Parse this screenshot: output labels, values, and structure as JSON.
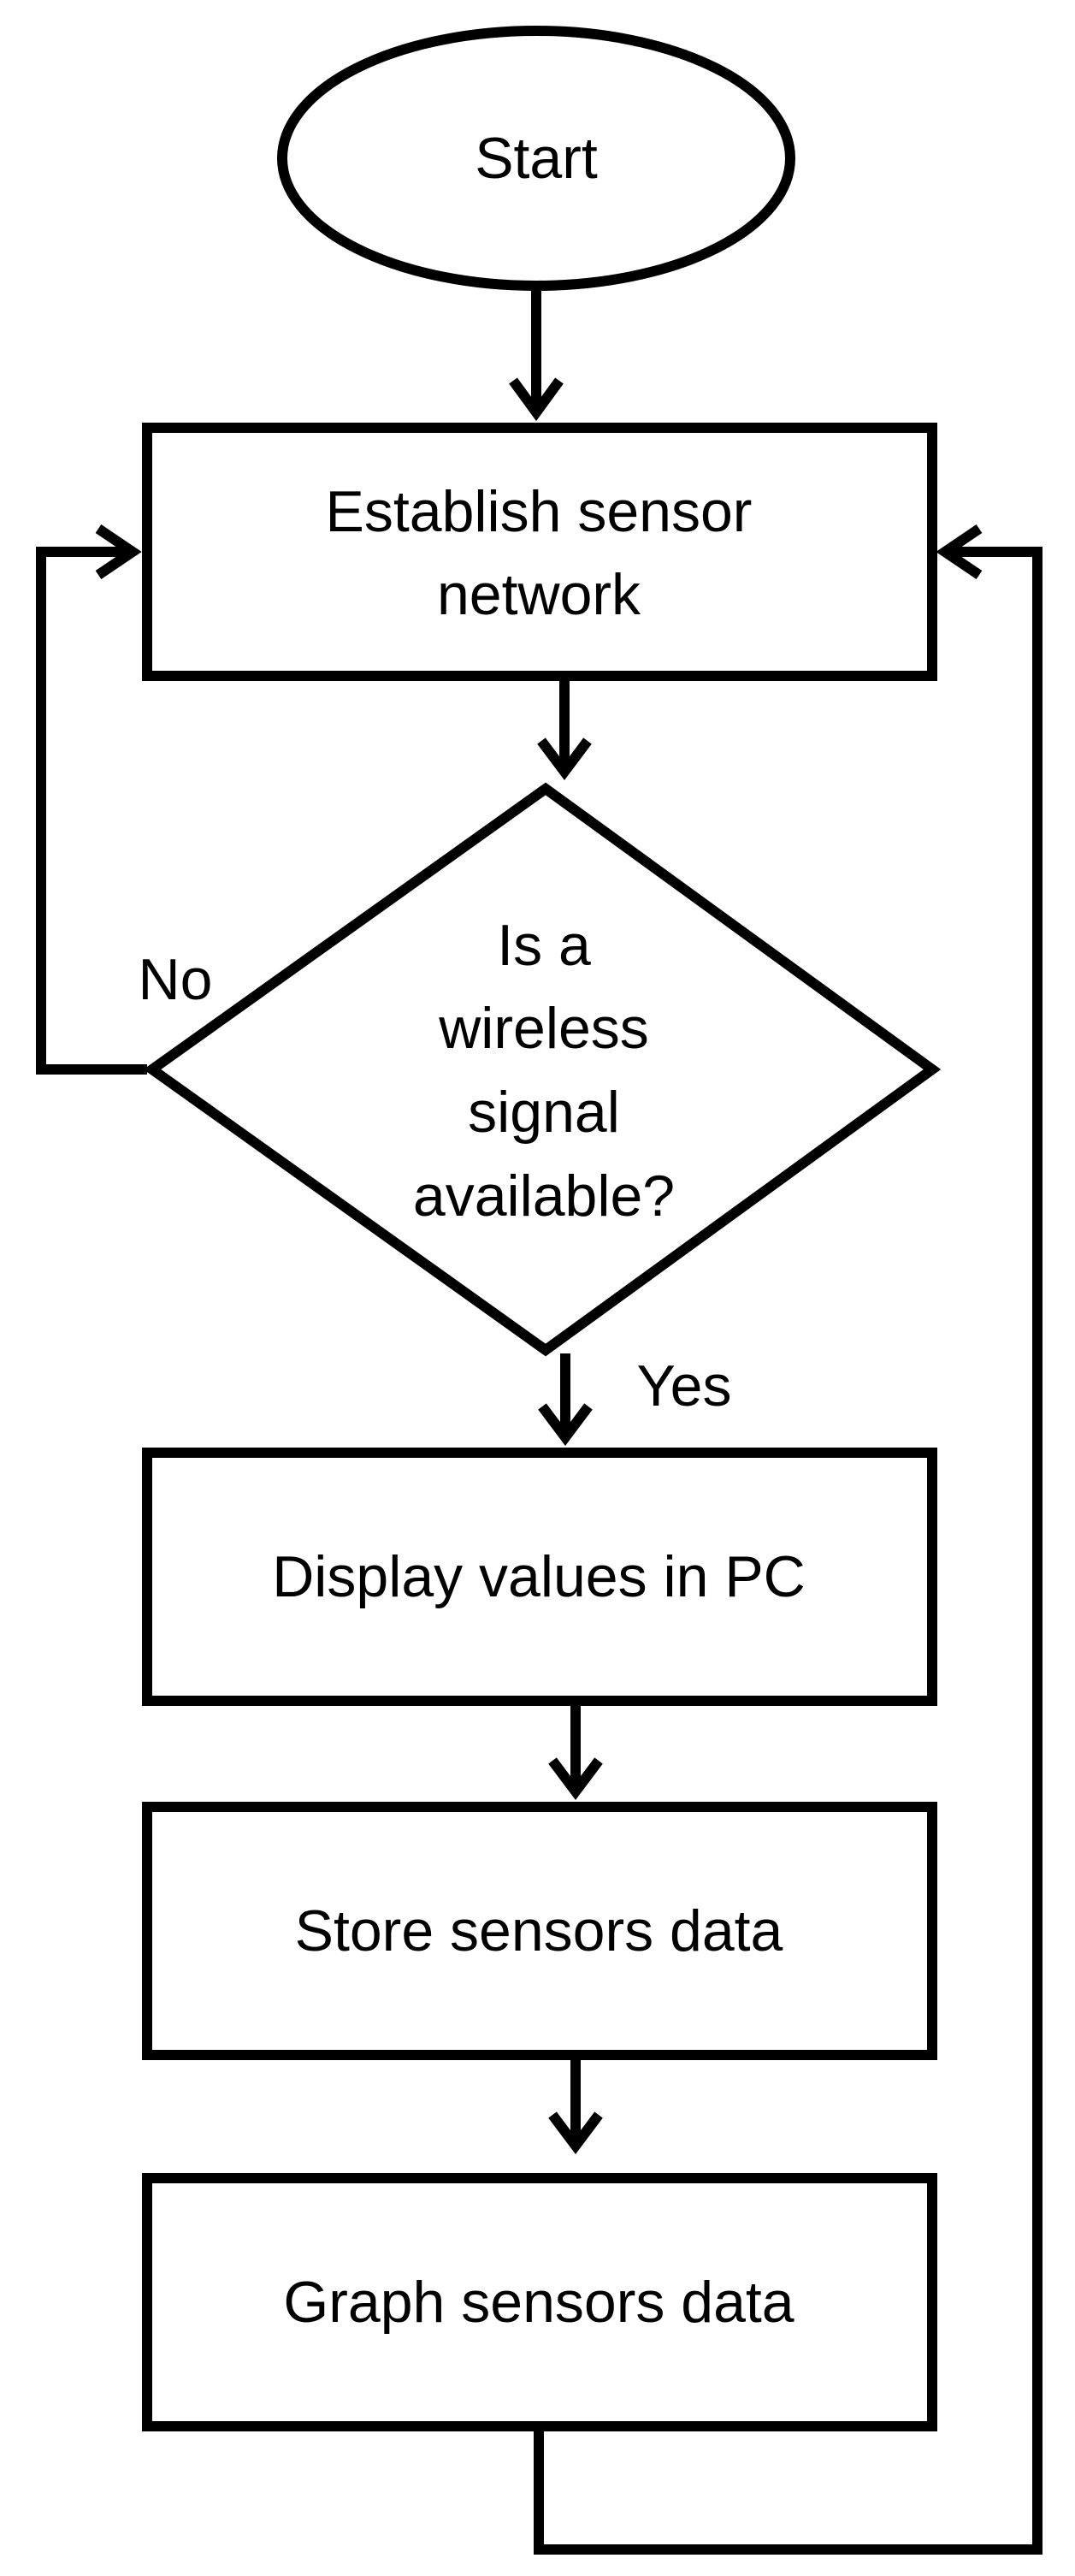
{
  "flowchart": {
    "start": {
      "label": "Start"
    },
    "establish": {
      "line1": "Establish sensor",
      "line2": "network"
    },
    "decision": {
      "line1": "Is a",
      "line2": "wireless",
      "line3": "signal",
      "line4": "available?"
    },
    "display": {
      "label": "Display values in PC"
    },
    "store": {
      "label": "Store sensors data"
    },
    "graph": {
      "label": "Graph sensors data"
    },
    "labels": {
      "no": "No",
      "yes": "Yes"
    }
  }
}
